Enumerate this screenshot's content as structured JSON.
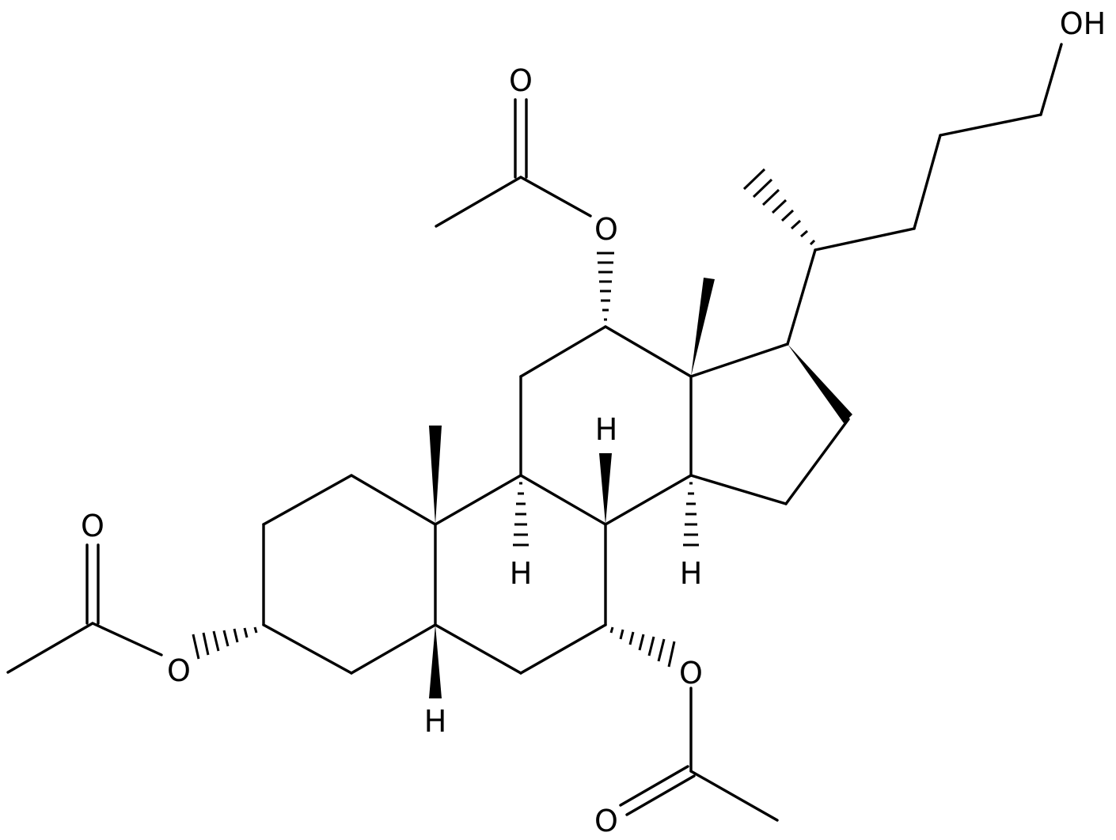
{
  "structure": {
    "atom_labels": {
      "hydroxyl": "OH",
      "ester_o_c12": "O",
      "carbonyl_o_c12": "O",
      "ester_o_c3": "O",
      "carbonyl_o_c3": "O",
      "ester_o_c7": "O",
      "carbonyl_o_c7": "O",
      "h_c5": "H",
      "h_c8": "H",
      "h_c9": "H",
      "h_c14": "H"
    }
  }
}
